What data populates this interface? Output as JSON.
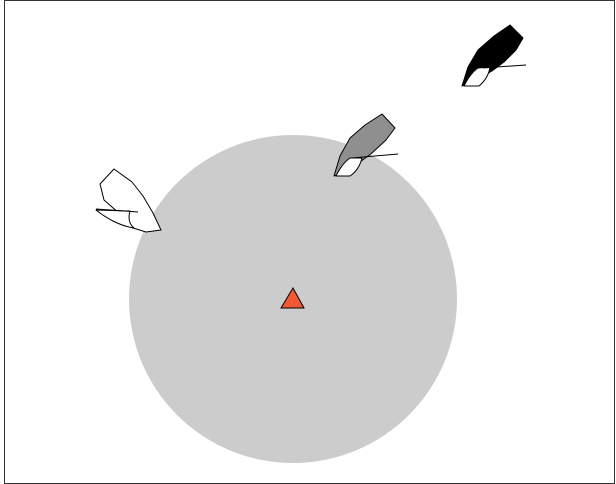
{
  "scene": {
    "colors": {
      "background": "#ffffff",
      "frame": "#333333",
      "zone_fill": "#cccccc",
      "mark_fill": "#ef5a35",
      "outline": "#000000",
      "boat_white": "#ffffff",
      "boat_gray": "#8f8f8f",
      "boat_black": "#000000"
    },
    "elements": {
      "zone": "circular-zone",
      "mark": "triangle-mark",
      "boats": [
        "sailboat-white",
        "sailboat-gray",
        "sailboat-black"
      ]
    }
  }
}
